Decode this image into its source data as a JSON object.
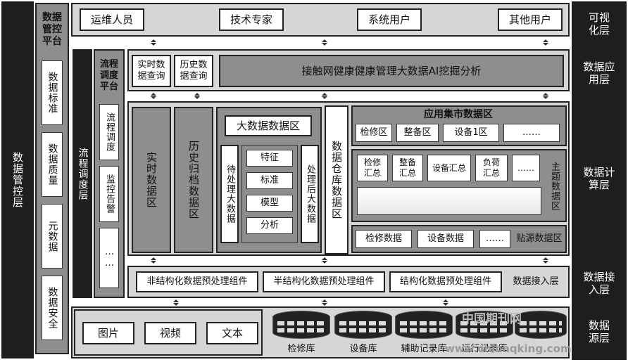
{
  "left": {
    "governance_layer": "数据管控层",
    "governance_platform": "数据管控平台",
    "governance_items": [
      "数据标准",
      "数据质量",
      "元数据",
      "数据安全"
    ],
    "flow_layer": "流程调度层",
    "flow_platform": "流程调度平台",
    "flow_items": [
      "流程调度",
      "监控告警",
      "……"
    ]
  },
  "right_layers": [
    "可视化层",
    "数据应用层",
    "数据计算层",
    "数据接入层",
    "数据源层"
  ],
  "visualization": {
    "users": [
      "运维人员",
      "技术专家",
      "系统用户",
      "其他用户"
    ]
  },
  "application": {
    "realtime_query": "实时数据查询",
    "history_query": "历史数据查询",
    "ai_analysis": "接触网健康健康管理大数据AI挖掘分析"
  },
  "compute": {
    "realtime_zone": "实时数据区",
    "history_zone": "历史归档数据区",
    "bigdata_zone": "大数据数据区",
    "pending": "待处理大数据",
    "features": [
      "特征",
      "标准",
      "模型",
      "分析"
    ],
    "processed": "处理后大数据",
    "warehouse": "数据仓库数据区",
    "app_mart_title": "应用集市数据区",
    "app_mart_items": [
      "检修区",
      "整备区",
      "设备1区",
      "……"
    ],
    "theme_items": [
      "检修汇总",
      "整备汇总",
      "设备汇总",
      "负荷汇总",
      "……"
    ],
    "theme_label": "主题数据区",
    "source_items": [
      "检修数据",
      "设备数据",
      "……"
    ],
    "source_label": "贴源数据区"
  },
  "access": {
    "components": [
      "非结构化数据预处理组件",
      "半结构化数据预处理组件",
      "结构化数据预处理组件"
    ],
    "label": "数据接入层"
  },
  "source": {
    "unstructured": [
      "图片",
      "视频",
      "文本"
    ],
    "databases": [
      "检修库",
      "设备库",
      "辅助记录库",
      "运行记录库"
    ]
  },
  "watermark": {
    "cn": "中国期刊网",
    "url": "www.chinaqking.com"
  }
}
